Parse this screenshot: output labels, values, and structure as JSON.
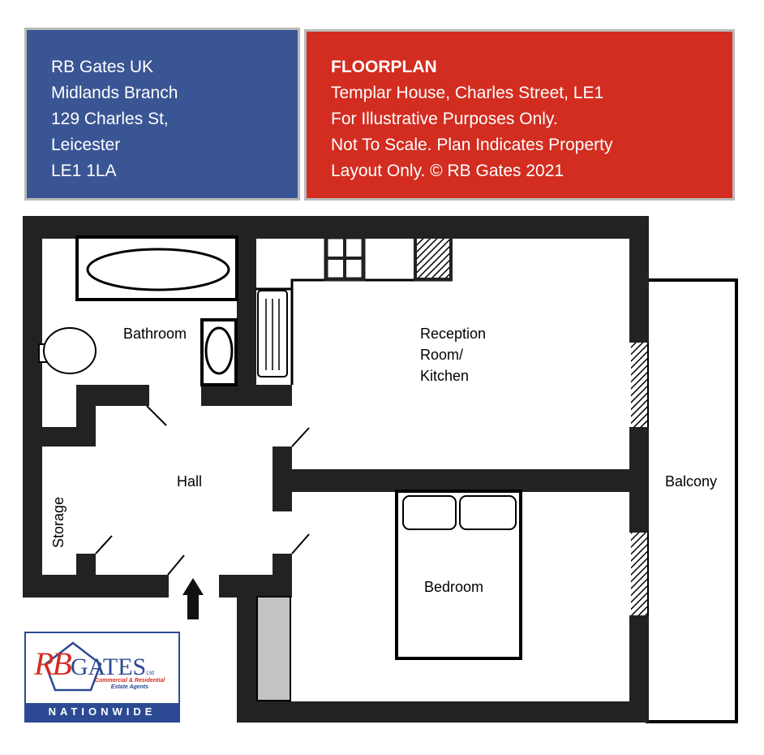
{
  "branch": {
    "lines": [
      "RB Gates UK",
      "Midlands Branch",
      "129 Charles St,",
      "Leicester",
      "LE1 1LA"
    ],
    "background": "#3a5594"
  },
  "notice": {
    "title": "FLOORPLAN",
    "lines": [
      "Templar House, Charles Street, LE1",
      "For Illustrative Purposes Only.",
      "Not To Scale. Plan Indicates Property",
      "Layout Only. © RB Gates 2021"
    ],
    "background": "#d22d20"
  },
  "rooms": {
    "bathroom": "Bathroom",
    "reception": [
      "Reception",
      "Room/",
      "Kitchen"
    ],
    "hall": "Hall",
    "storage": "Storage",
    "bedroom": "Bedroom",
    "balcony": "Balcony"
  },
  "logo": {
    "rb": "RB",
    "gates": "GATES",
    "ltd": "Ltd",
    "tagline": [
      "Commercial & Residential",
      "Estate Agents"
    ],
    "nationwide": "NATIONWIDE"
  },
  "icons": {
    "entrance": "entrance-arrow-icon"
  }
}
